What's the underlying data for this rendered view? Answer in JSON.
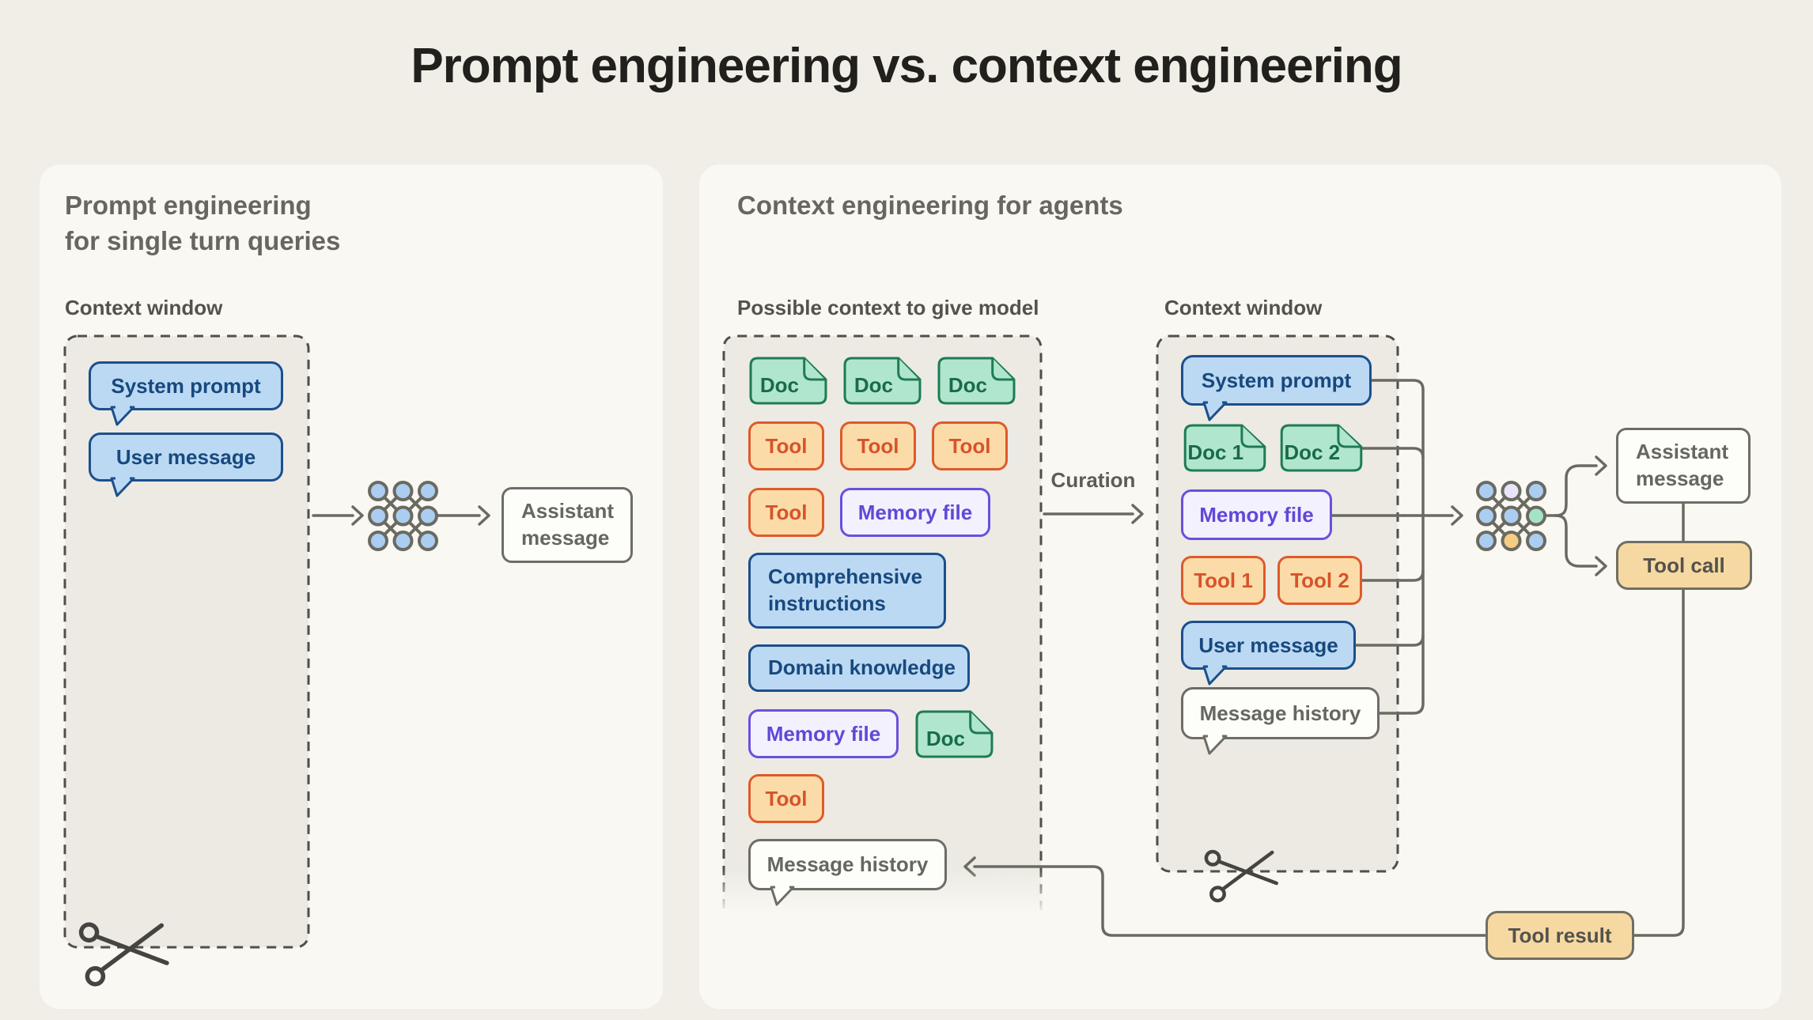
{
  "page_title": "Prompt engineering vs. context engineering",
  "palette": {
    "page_bg": "#F1EEE8",
    "panel_bg": "#F9F8F3",
    "dashed_box_bg": "#ECEAE3",
    "line_gray": "#6B6A60",
    "dash_gray": "#504F49",
    "blue_fill": "#BCD9F3",
    "blue_border": "#1C4F8D",
    "green_fill": "#B1E6CE",
    "green_border": "#1E7C51",
    "orange_fill": "#FBDCA9",
    "orange_border": "#DF5A2B",
    "purple_fill": "#F3F1FD",
    "purple_border": "#6A50DD",
    "white_fill": "#FDFDFA",
    "gray_border": "#6E6D65",
    "tan_fill": "#F6D9A2",
    "network_blue": "#ABCDF1",
    "network_lavender": "#E9E4FB",
    "network_green": "#A5E3C6",
    "network_orange": "#F6CD84"
  },
  "left_panel": {
    "title": "Prompt engineering\nfor single turn queries",
    "context_window_label": "Context window",
    "system_prompt": "System prompt",
    "user_message": "User message",
    "assistant_message": "Assistant message"
  },
  "right_panel": {
    "title": "Context engineering for agents",
    "possible_context_label": "Possible context to give model",
    "context_window_label": "Context window",
    "curation_label": "Curation",
    "possible_context": {
      "doc1": "Doc",
      "doc2": "Doc",
      "doc3": "Doc",
      "tool1": "Tool",
      "tool2": "Tool",
      "tool3": "Tool",
      "tool4": "Tool",
      "memory_file1": "Memory file",
      "comprehensive_instructions": "Comprehensive instructions",
      "domain_knowledge": "Domain knowledge",
      "memory_file2": "Memory file",
      "doc4": "Doc",
      "tool5": "Tool",
      "message_history": "Message history"
    },
    "context_window": {
      "system_prompt": "System prompt",
      "doc1": "Doc 1",
      "doc2": "Doc 2",
      "memory_file": "Memory file",
      "tool1": "Tool 1",
      "tool2": "Tool 2",
      "user_message": "User message",
      "message_history": "Message history"
    },
    "outputs": {
      "assistant_message": "Assistant message",
      "tool_call": "Tool call",
      "tool_result": "Tool result"
    }
  },
  "networks": {
    "left": [
      "blue",
      "blue",
      "blue",
      "blue",
      "blue",
      "blue",
      "blue",
      "blue",
      "blue"
    ],
    "right": [
      "blue",
      "lavender",
      "blue",
      "blue",
      "blue",
      "green",
      "blue",
      "orange",
      "blue"
    ]
  }
}
